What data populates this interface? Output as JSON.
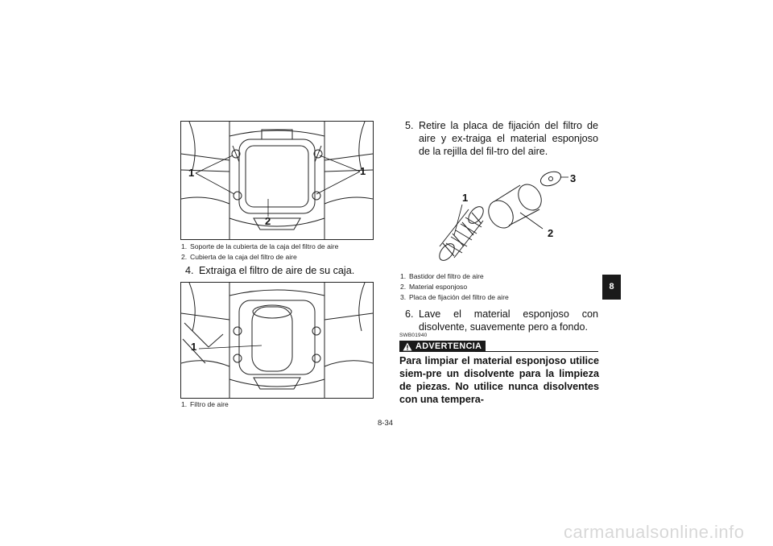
{
  "figure1": {
    "callouts": [
      "1",
      "1",
      "2"
    ],
    "captions": [
      {
        "num": "1.",
        "text": "Soporte de la cubierta de la caja del filtro de aire"
      },
      {
        "num": "2.",
        "text": "Cubierta de la caja del filtro de aire"
      }
    ]
  },
  "step4": {
    "num": "4.",
    "text": "Extraiga el filtro de aire de su caja."
  },
  "figure2": {
    "callouts": [
      "1"
    ],
    "captions": [
      {
        "num": "1.",
        "text": "Filtro de aire"
      }
    ]
  },
  "step5": {
    "num": "5.",
    "text": "Retire la placa de fijación del filtro de aire y ex-traiga el material esponjoso de la rejilla del fil-tro del aire."
  },
  "figure3": {
    "callouts": [
      "1",
      "2",
      "3"
    ],
    "captions": [
      {
        "num": "1.",
        "text": "Bastidor del filtro de aire"
      },
      {
        "num": "2.",
        "text": "Material esponjoso"
      },
      {
        "num": "3.",
        "text": "Placa de fijación del filtro de aire"
      }
    ]
  },
  "step6": {
    "num": "6.",
    "text": "Lave el material esponjoso con disolvente, suavemente pero a fondo."
  },
  "warning": {
    "code": "SWB01940",
    "label": "ADVERTENCIA",
    "icon": "warning-triangle-icon",
    "text": "Para limpiar el material esponjoso utilice siem-pre un disolvente para la limpieza de piezas. No utilice nunca disolventes con una tempera-"
  },
  "chapter_tab": "8",
  "page_number": "8-34",
  "watermark": "carmanualsonline.info"
}
